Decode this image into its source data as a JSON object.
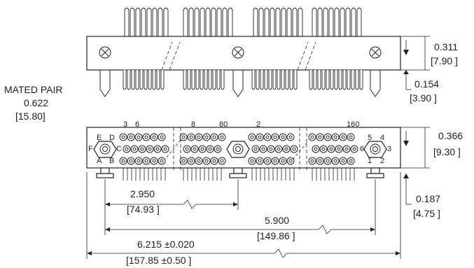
{
  "labels": {
    "mated_pair": "MATED PAIR",
    "mated_in": "0.622",
    "mated_mm": "[15.80]"
  },
  "dimensions": {
    "top_height_in": "0.311",
    "top_height_mm": "[7.90 ]",
    "guide_in": "0.154",
    "guide_mm": "[3.90 ]",
    "bottom_height_in": "0.366",
    "bottom_height_mm": "[9.30 ]",
    "bottom_guide_in": "0.187",
    "bottom_guide_mm": "[4.75 ]",
    "pitch_half_in": "2.950",
    "pitch_half_mm": "[74.93 ]",
    "pitch_full_in": "5.900",
    "pitch_full_mm": "[149.86 ]",
    "overall_in": "6.215 ±0.020",
    "overall_mm": "[157.85 ±0.50 ]"
  },
  "contact_numbers": [
    "3",
    "6",
    "8",
    "80",
    "2",
    "160"
  ],
  "row_letters_left": [
    "E",
    "D",
    "F",
    "C",
    "A",
    "B"
  ],
  "row_numbers_right": [
    "5",
    "4",
    "6",
    "3",
    "1",
    "2"
  ]
}
